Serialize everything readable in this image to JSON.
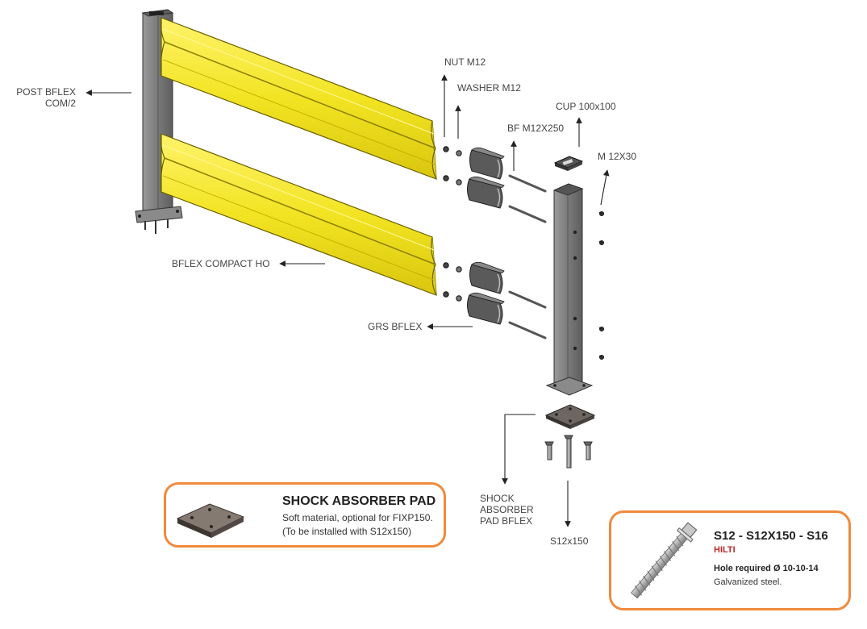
{
  "labels": {
    "post_line1": "POST BFLEX",
    "post_line2": "COM/2",
    "bflex_compact": "BFLEX COMPACT HO",
    "grs": "GRS BFLEX",
    "nut": "NUT M12",
    "washer": "WASHER M12",
    "bf": "BF M12X250",
    "cup": "CUP 100x100",
    "m12x30": "M 12X30",
    "shock_line1": "SHOCK",
    "shock_line2": "ABSORBER",
    "shock_line3": "PAD BFLEX",
    "s12x150": "S12x150"
  },
  "shock_card": {
    "title": "SHOCK ABSORBER PAD",
    "line1": "Soft material, optional for FIXP150.",
    "line2": "(To be installed with S12x150)"
  },
  "anchor_card": {
    "title": "S12 - S12X150 - S16",
    "brand": "HILTI",
    "hole": "Hole required Ø 10-10-14",
    "material": "Galvanized steel."
  },
  "colors": {
    "rail_yellow": "#f2e422",
    "post_grey": "#7a7a7a",
    "card_border": "#f08a3c",
    "brand_red": "#c0282d"
  }
}
